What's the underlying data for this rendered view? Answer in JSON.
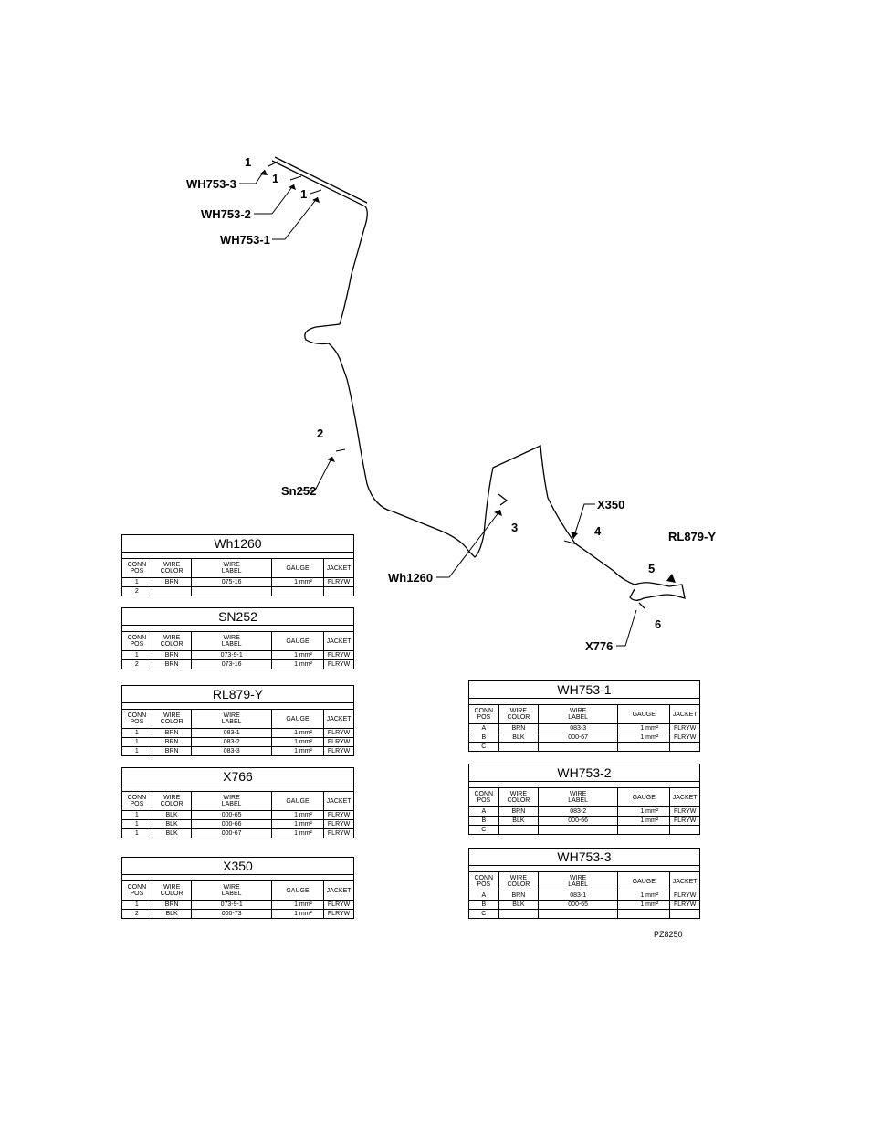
{
  "callouts": {
    "c1a": "1",
    "c1b": "1",
    "c1c": "1",
    "wh753_3": "WH753-3",
    "wh753_2": "WH753-2",
    "wh753_1": "WH753-1",
    "c2": "2",
    "sn252": "Sn252",
    "c3": "3",
    "wh1260": "Wh1260",
    "x350": "X350",
    "c4": "4",
    "rl879": "RL879-Y",
    "c5": "5",
    "c6": "6",
    "x776": "X776"
  },
  "headers": {
    "conn_pos": [
      "CONN",
      "POS"
    ],
    "wire_color": [
      "WIRE",
      "COLOR"
    ],
    "wire_label": [
      "WIRE",
      "LABEL"
    ],
    "gauge": "GAUGE",
    "jacket": "JACKET"
  },
  "tables": {
    "wh1260": {
      "title": "Wh1260",
      "rows": [
        {
          "pos": "1",
          "color": "BRN",
          "label": "075-16",
          "gauge": "1  mm²",
          "jacket": "FLRYW"
        },
        {
          "pos": "2",
          "color": "",
          "label": "",
          "gauge": "",
          "jacket": ""
        }
      ]
    },
    "sn252": {
      "title": "SN252",
      "rows": [
        {
          "pos": "1",
          "color": "BRN",
          "label": "073-9-1",
          "gauge": "1  mm²",
          "jacket": "FLRYW"
        },
        {
          "pos": "2",
          "color": "BRN",
          "label": "073-16",
          "gauge": "1  mm²",
          "jacket": "FLRYW"
        }
      ]
    },
    "rl879": {
      "title": "RL879-Y",
      "rows": [
        {
          "pos": "1",
          "color": "BRN",
          "label": "083-1",
          "gauge": "1  mm²",
          "jacket": "FLRYW"
        },
        {
          "pos": "1",
          "color": "BRN",
          "label": "083-2",
          "gauge": "1  mm²",
          "jacket": "FLRYW"
        },
        {
          "pos": "1",
          "color": "BRN",
          "label": "083-3",
          "gauge": "1  mm²",
          "jacket": "FLRYW"
        }
      ]
    },
    "x766": {
      "title": "X766",
      "rows": [
        {
          "pos": "1",
          "color": "BLK",
          "label": "000-65",
          "gauge": "1  mm²",
          "jacket": "FLRYW"
        },
        {
          "pos": "1",
          "color": "BLK",
          "label": "000-66",
          "gauge": "1  mm²",
          "jacket": "FLRYW"
        },
        {
          "pos": "1",
          "color": "BLK",
          "label": "000-67",
          "gauge": "1  mm²",
          "jacket": "FLRYW"
        }
      ]
    },
    "x350": {
      "title": "X350",
      "rows": [
        {
          "pos": "1",
          "color": "BRN",
          "label": "073-9-1",
          "gauge": "1  mm²",
          "jacket": "FLRYW"
        },
        {
          "pos": "2",
          "color": "BLK",
          "label": "000-73",
          "gauge": "1  mm²",
          "jacket": "FLRYW"
        }
      ]
    },
    "wh753_1": {
      "title": "WH753-1",
      "rows": [
        {
          "pos": "A",
          "color": "BRN",
          "label": "083-3",
          "gauge": "1  mm²",
          "jacket": "FLRYW"
        },
        {
          "pos": "B",
          "color": "BLK",
          "label": "000-67",
          "gauge": "1  mm²",
          "jacket": "FLRYW"
        },
        {
          "pos": "C",
          "color": "",
          "label": "",
          "gauge": "",
          "jacket": ""
        }
      ]
    },
    "wh753_2": {
      "title": "WH753-2",
      "rows": [
        {
          "pos": "A",
          "color": "BRN",
          "label": "083-2",
          "gauge": "1  mm²",
          "jacket": "FLRYW"
        },
        {
          "pos": "B",
          "color": "BLK",
          "label": "000-66",
          "gauge": "1  mm²",
          "jacket": "FLRYW"
        },
        {
          "pos": "C",
          "color": "",
          "label": "",
          "gauge": "",
          "jacket": ""
        }
      ]
    },
    "wh753_3": {
      "title": "WH753-3",
      "rows": [
        {
          "pos": "A",
          "color": "BRN",
          "label": "083-1",
          "gauge": "1  mm²",
          "jacket": "FLRYW"
        },
        {
          "pos": "B",
          "color": "BLK",
          "label": "000-65",
          "gauge": "1  mm²",
          "jacket": "FLRYW"
        },
        {
          "pos": "C",
          "color": "",
          "label": "",
          "gauge": "",
          "jacket": ""
        }
      ]
    }
  },
  "figure_ref": "PZ8250"
}
